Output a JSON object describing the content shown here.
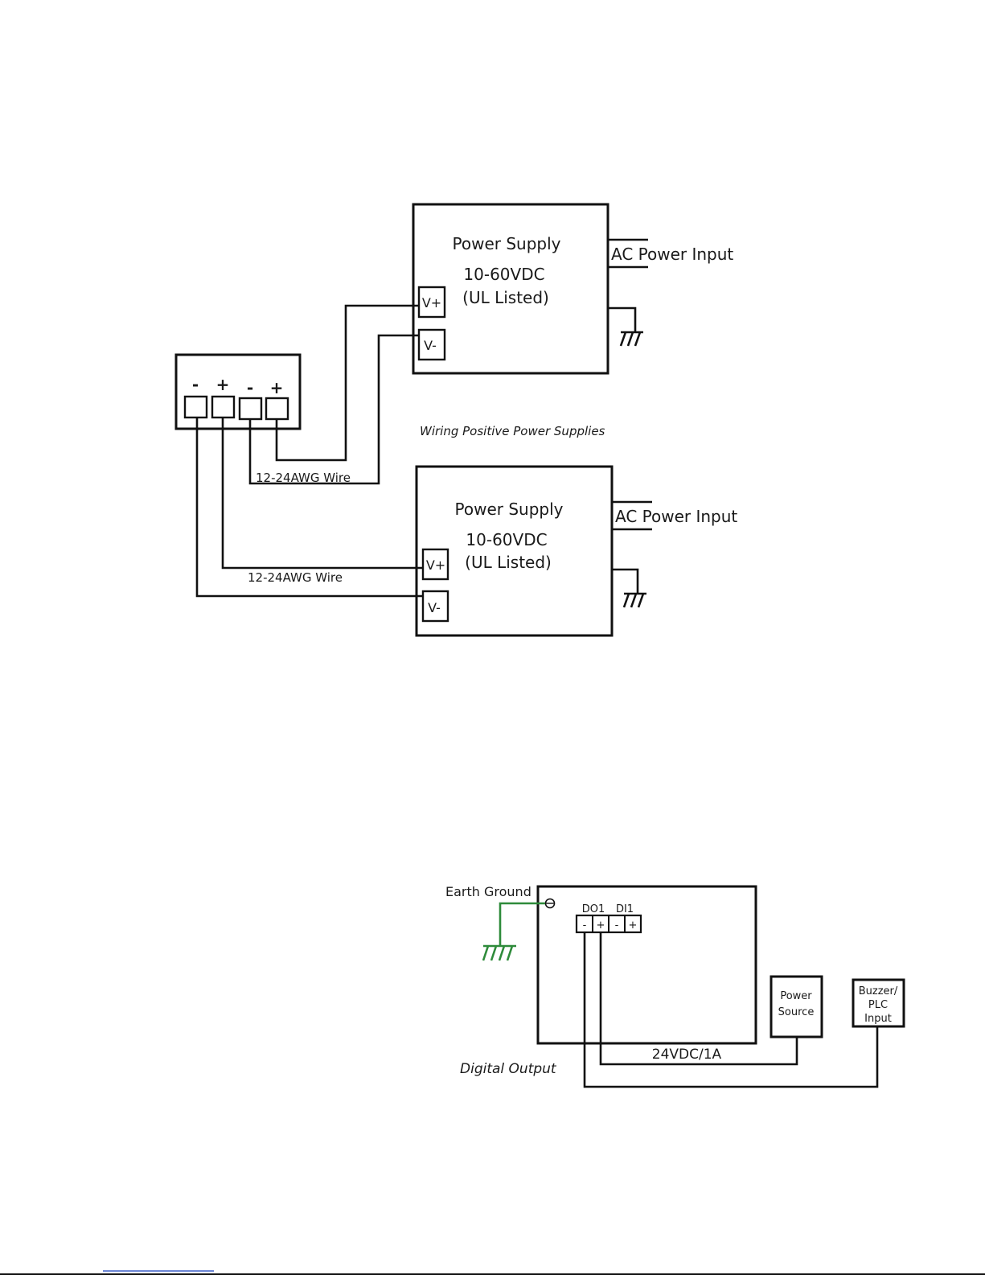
{
  "positive_wiring": {
    "terminal_block": {
      "signs": [
        "-",
        "+",
        "-",
        "+"
      ]
    },
    "supply_top": {
      "title": "Power Supply",
      "voltage": "10-60VDC",
      "listing": "(UL Listed)",
      "vplus": "V+",
      "vminus": "V-",
      "ac_label": "AC Power Input"
    },
    "supply_bottom": {
      "title": "Power Supply",
      "voltage": "10-60VDC",
      "listing": "(UL Listed)",
      "vplus": "V+",
      "vminus": "V-",
      "ac_label": "AC Power Input"
    },
    "wire_label_top": "12-24AWG Wire",
    "wire_label_bottom": "12-24AWG Wire",
    "caption": "Wiring Positive Power Supplies"
  },
  "digital_output": {
    "earth_ground": "Earth Ground",
    "do_label": "DO1",
    "di_label": "DI1",
    "pin_signs": [
      "-",
      "+",
      "-",
      "+"
    ],
    "power_source": [
      "Power",
      "Source"
    ],
    "buzzer": [
      "Buzzer/",
      "PLC",
      "Input"
    ],
    "rating": "24VDC/1A",
    "caption": "Digital Output"
  },
  "colors": {
    "ground_wire": "#2e8b3a",
    "footer_link": "#3b5fc7"
  }
}
